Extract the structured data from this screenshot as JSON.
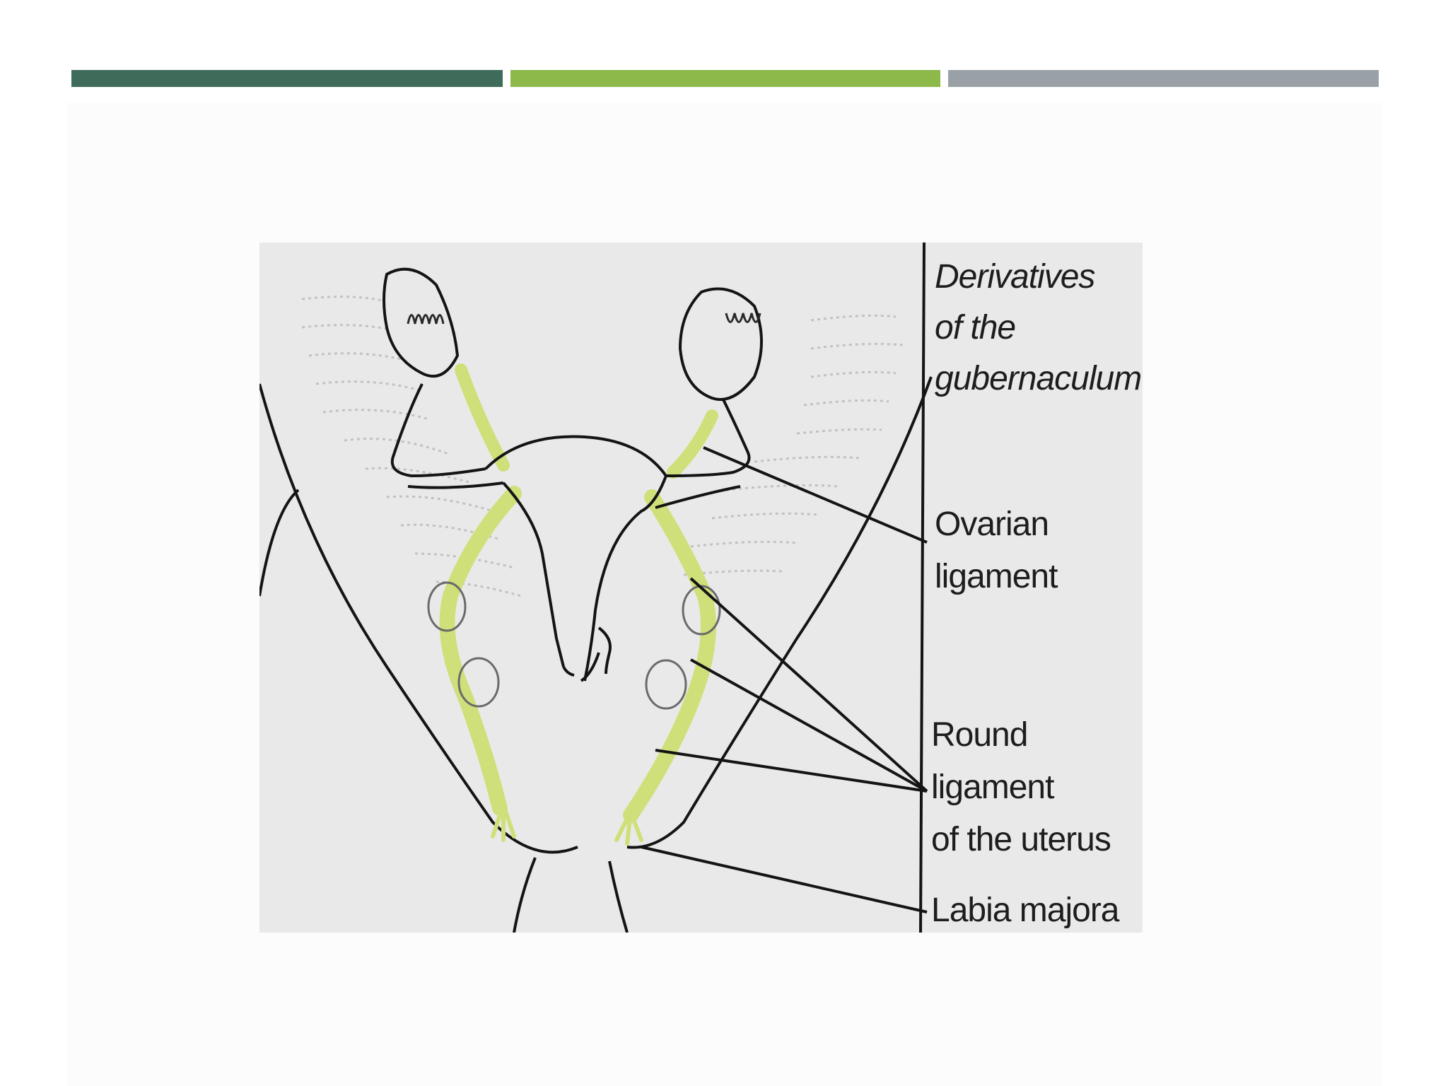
{
  "slide": {
    "accent_colors": {
      "bar_dark_green": "#3f6b5a",
      "bar_light_green": "#8db84a",
      "bar_gray": "#9aa1a6",
      "ligament_yellow": "#d9ea8c",
      "figure_background": "#eae9ea"
    }
  },
  "figure": {
    "header_label": [
      "Derivatives",
      "of the",
      "gubernaculum"
    ],
    "labels": {
      "ovarian": [
        "Ovarian",
        "ligament"
      ],
      "round": [
        "Round",
        "ligament",
        "of the uterus"
      ],
      "labia": "Labia majora"
    }
  }
}
